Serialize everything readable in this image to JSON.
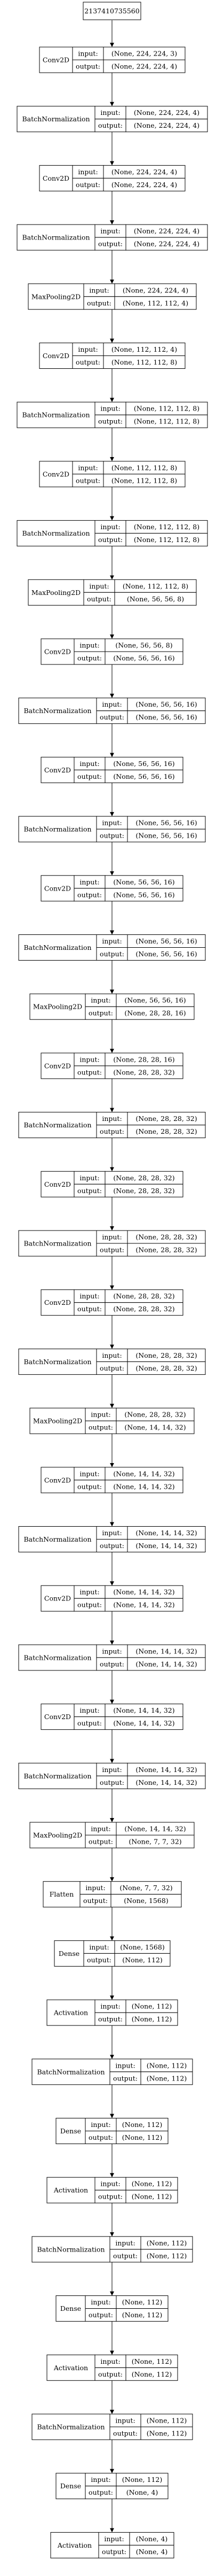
{
  "model_id": "2137410735560",
  "layers": [
    {
      "name": "Conv2D",
      "input": "(None, 224, 224, 3)",
      "output": "(None, 224, 224, 4)"
    },
    {
      "name": "BatchNormalization",
      "input": "(None, 224, 224, 4)",
      "output": "(None, 224, 224, 4)"
    },
    {
      "name": "Conv2D",
      "input": "(None, 224, 224, 4)",
      "output": "(None, 224, 224, 4)"
    },
    {
      "name": "BatchNormalization",
      "input": "(None, 224, 224, 4)",
      "output": "(None, 224, 224, 4)"
    },
    {
      "name": "MaxPooling2D",
      "input": "(None, 224, 224, 4)",
      "output": "(None, 112, 112, 4)"
    },
    {
      "name": "Conv2D",
      "input": "(None, 112, 112, 4)",
      "output": "(None, 112, 112, 8)"
    },
    {
      "name": "BatchNormalization",
      "input": "(None, 112, 112, 8)",
      "output": "(None, 112, 112, 8)"
    },
    {
      "name": "Conv2D",
      "input": "(None, 112, 112, 8)",
      "output": "(None, 112, 112, 8)"
    },
    {
      "name": "BatchNormalization",
      "input": "(None, 112, 112, 8)",
      "output": "(None, 112, 112, 8)"
    },
    {
      "name": "MaxPooling2D",
      "input": "(None, 112, 112, 8)",
      "output": "(None, 56, 56, 8)"
    },
    {
      "name": "Conv2D",
      "input": "(None, 56, 56, 8)",
      "output": "(None, 56, 56, 16)"
    },
    {
      "name": "BatchNormalization",
      "input": "(None, 56, 56, 16)",
      "output": "(None, 56, 56, 16)"
    },
    {
      "name": "Conv2D",
      "input": "(None, 56, 56, 16)",
      "output": "(None, 56, 56, 16)"
    },
    {
      "name": "BatchNormalization",
      "input": "(None, 56, 56, 16)",
      "output": "(None, 56, 56, 16)"
    },
    {
      "name": "Conv2D",
      "input": "(None, 56, 56, 16)",
      "output": "(None, 56, 56, 16)"
    },
    {
      "name": "BatchNormalization",
      "input": "(None, 56, 56, 16)",
      "output": "(None, 56, 56, 16)"
    },
    {
      "name": "MaxPooling2D",
      "input": "(None, 56, 56, 16)",
      "output": "(None, 28, 28, 16)"
    },
    {
      "name": "Conv2D",
      "input": "(None, 28, 28, 16)",
      "output": "(None, 28, 28, 32)"
    },
    {
      "name": "BatchNormalization",
      "input": "(None, 28, 28, 32)",
      "output": "(None, 28, 28, 32)"
    },
    {
      "name": "Conv2D",
      "input": "(None, 28, 28, 32)",
      "output": "(None, 28, 28, 32)"
    },
    {
      "name": "BatchNormalization",
      "input": "(None, 28, 28, 32)",
      "output": "(None, 28, 28, 32)"
    },
    {
      "name": "Conv2D",
      "input": "(None, 28, 28, 32)",
      "output": "(None, 28, 28, 32)"
    },
    {
      "name": "BatchNormalization",
      "input": "(None, 28, 28, 32)",
      "output": "(None, 28, 28, 32)"
    },
    {
      "name": "MaxPooling2D",
      "input": "(None, 28, 28, 32)",
      "output": "(None, 14, 14, 32)"
    },
    {
      "name": "Conv2D",
      "input": "(None, 14, 14, 32)",
      "output": "(None, 14, 14, 32)"
    },
    {
      "name": "BatchNormalization",
      "input": "(None, 14, 14, 32)",
      "output": "(None, 14, 14, 32)"
    },
    {
      "name": "Conv2D",
      "input": "(None, 14, 14, 32)",
      "output": "(None, 14, 14, 32)"
    },
    {
      "name": "BatchNormalization",
      "input": "(None, 14, 14, 32)",
      "output": "(None, 14, 14, 32)"
    },
    {
      "name": "Conv2D",
      "input": "(None, 14, 14, 32)",
      "output": "(None, 14, 14, 32)"
    },
    {
      "name": "BatchNormalization",
      "input": "(None, 14, 14, 32)",
      "output": "(None, 14, 14, 32)"
    },
    {
      "name": "MaxPooling2D",
      "input": "(None, 14, 14, 32)",
      "output": "(None, 7, 7, 32)"
    },
    {
      "name": "Flatten",
      "input": "(None, 7, 7, 32)",
      "output": "(None, 1568)"
    },
    {
      "name": "Dense",
      "input": "(None, 1568)",
      "output": "(None, 112)"
    },
    {
      "name": "Activation",
      "input": "(None, 112)",
      "output": "(None, 112)"
    },
    {
      "name": "BatchNormalization",
      "input": "(None, 112)",
      "output": "(None, 112)"
    },
    {
      "name": "Dense",
      "input": "(None, 112)",
      "output": "(None, 112)"
    },
    {
      "name": "Activation",
      "input": "(None, 112)",
      "output": "(None, 112)"
    },
    {
      "name": "BatchNormalization",
      "input": "(None, 112)",
      "output": "(None, 112)"
    },
    {
      "name": "Dense",
      "input": "(None, 112)",
      "output": "(None, 112)"
    },
    {
      "name": "Activation",
      "input": "(None, 112)",
      "output": "(None, 112)"
    },
    {
      "name": "BatchNormalization",
      "input": "(None, 112)",
      "output": "(None, 112)"
    },
    {
      "name": "Dense",
      "input": "(None, 112)",
      "output": "(None, 4)"
    },
    {
      "name": "Activation",
      "input": "(None, 4)",
      "output": "(None, 4)"
    }
  ],
  "port_labels": {
    "input": "input:",
    "output": "output:"
  }
}
